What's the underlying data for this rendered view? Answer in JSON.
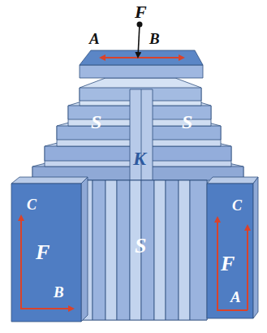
{
  "diagram": {
    "labels": [
      "F",
      "A",
      "B",
      "S",
      "S",
      "K",
      "C",
      "F",
      "B",
      "S",
      "C",
      "F",
      "A"
    ]
  }
}
